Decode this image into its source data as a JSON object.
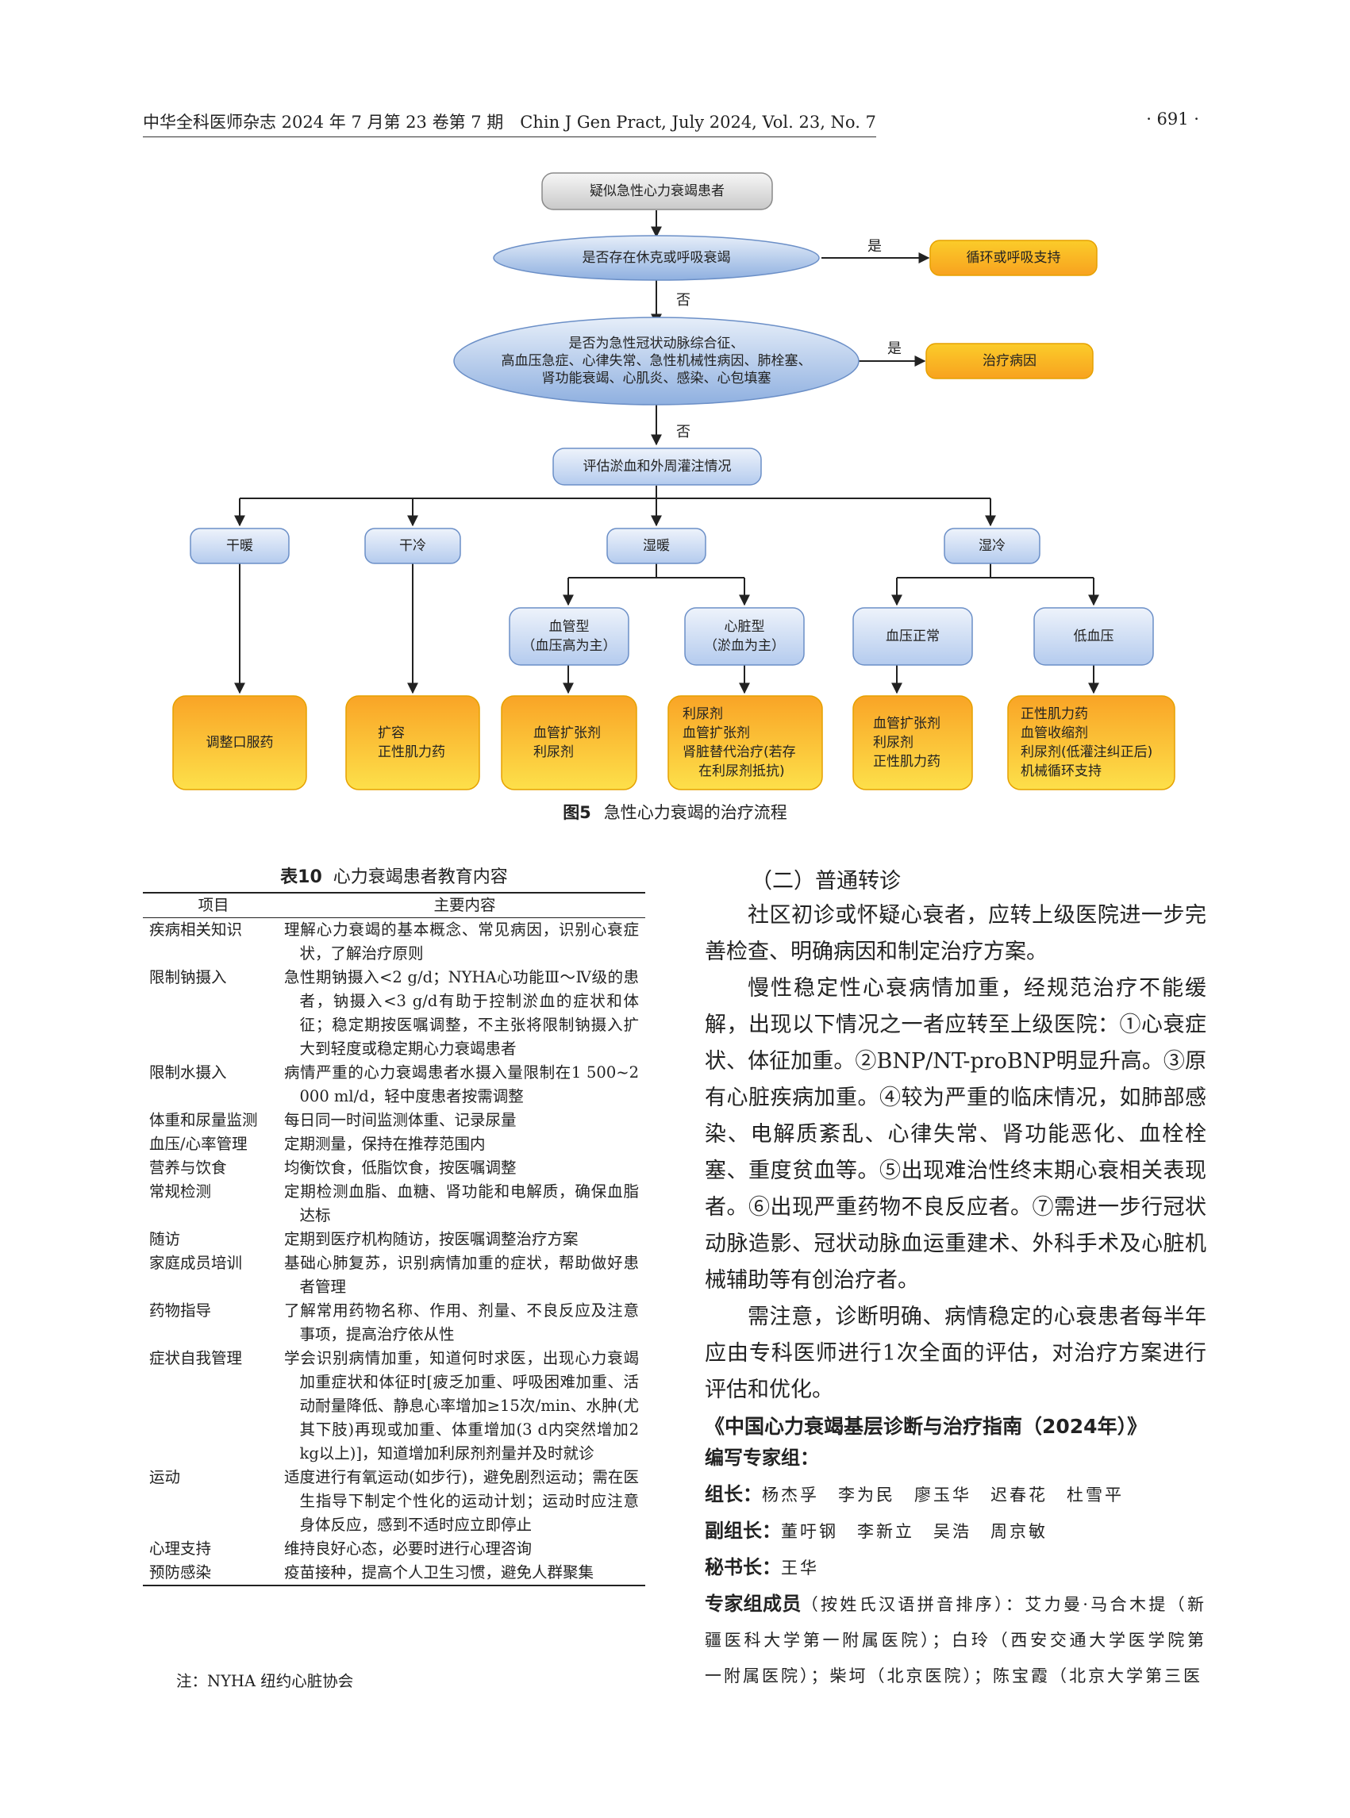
{
  "header": {
    "left": "中华全科医师杂志 2024 年 7 月第 23 卷第 7 期　Chin J Gen Pract, July 2024, Vol. 23, No. 7",
    "right": "· 691 ·"
  },
  "flowchart": {
    "start": "疑似急性心力衰竭患者",
    "q1": "是否存在休克或呼吸衰竭",
    "q1_yes_label": "是",
    "q1_yes_action": "循环或呼吸支持",
    "q1_no_label": "否",
    "q2_lines": [
      "是否为急性冠状动脉综合征、",
      "高血压急症、心律失常、急性机械性病因、肺栓塞、",
      "肾功能衰竭、心肌炎、感染、心包填塞"
    ],
    "q2_yes_label": "是",
    "q2_yes_action": "治疗病因",
    "q2_no_label": "否",
    "assess": "评估淤血和外周灌注情况",
    "cat_dry_warm": "干暖",
    "cat_dry_cold": "干冷",
    "cat_wet_warm": "湿暖",
    "cat_wet_cold": "湿冷",
    "vascular_lines": [
      "血管型",
      "（血压高为主）"
    ],
    "cardiac_lines": [
      "心脏型",
      "（淤血为主）"
    ],
    "bp_normal": "血压正常",
    "bp_low": "低血压",
    "t_dry_warm": [
      "调整口服药"
    ],
    "t_dry_cold": [
      "扩容",
      "正性肌力药"
    ],
    "t_vascular": [
      "血管扩张剂",
      "利尿剂"
    ],
    "t_cardiac": [
      "利尿剂",
      "血管扩张剂",
      "肾脏替代治疗(若存",
      "在利尿剂抵抗)"
    ],
    "t_bp_normal": [
      "血管扩张剂",
      "利尿剂",
      "正性肌力药"
    ],
    "t_bp_low": [
      "正性肌力药",
      "血管收缩剂",
      "利尿剂(低灌注纠正后)",
      "机械循环支持"
    ]
  },
  "figure_caption": {
    "label": "图5",
    "text": "急性心力衰竭的治疗流程"
  },
  "table": {
    "title_label": "表10",
    "title_text": "心力衰竭患者教育内容",
    "headers": [
      "项目",
      "主要内容"
    ],
    "rows": [
      [
        "疾病相关知识",
        "理解心力衰竭的基本概念、常见病因，识别心衰症状，了解治疗原则"
      ],
      [
        "限制钠摄入",
        "急性期钠摄入<2 g/d；NYHA心功能Ⅲ～Ⅳ级的患者，钠摄入<3 g/d有助于控制淤血的症状和体征；稳定期按医嘱调整，不主张将限制钠摄入扩大到轻度或稳定期心力衰竭患者"
      ],
      [
        "限制水摄入",
        "病情严重的心力衰竭患者水摄入量限制在1 500~2 000 ml/d，轻中度患者按需调整"
      ],
      [
        "体重和尿量监测",
        "每日同一时间监测体重、记录尿量"
      ],
      [
        "血压/心率管理",
        "定期测量，保持在推荐范围内"
      ],
      [
        "营养与饮食",
        "均衡饮食，低脂饮食，按医嘱调整"
      ],
      [
        "常规检测",
        "定期检测血脂、血糖、肾功能和电解质，确保血脂达标"
      ],
      [
        "随访",
        "定期到医疗机构随访，按医嘱调整治疗方案"
      ],
      [
        "家庭成员培训",
        "基础心肺复苏，识别病情加重的症状，帮助做好患者管理"
      ],
      [
        "药物指导",
        "了解常用药物名称、作用、剂量、不良反应及注意事项，提高治疗依从性"
      ],
      [
        "症状自我管理",
        "学会识别病情加重，知道何时求医，出现心力衰竭加重症状和体征时[疲乏加重、呼吸困难加重、活动耐量降低、静息心率增加≥15次/min、水肿(尤其下肢)再现或加重、体重增加(3 d内突然增加2 kg以上)]，知道增加利尿剂剂量并及时就诊"
      ],
      [
        "运动",
        "适度进行有氧运动(如步行)，避免剧烈运动；需在医生指导下制定个性化的运动计划；运动时应注意身体反应，感到不适时应立即停止"
      ],
      [
        "心理支持",
        "维持良好心态，必要时进行心理咨询"
      ],
      [
        "预防感染",
        "疫苗接种，提高个人卫生习惯，避免人群聚集"
      ]
    ],
    "note": "注：NYHA  纽约心脏协会"
  },
  "right_column": {
    "subheading": "（二）普通转诊",
    "paragraphs": [
      "社区初诊或怀疑心衰者，应转上级医院进一步完善检查、明确病因和制定治疗方案。",
      "慢性稳定性心衰病情加重，经规范治疗不能缓解，出现以下情况之一者应转至上级医院：①心衰症状、体征加重。②BNP/NT-proBNP明显升高。③原有心脏疾病加重。④较为严重的临床情况，如肺部感染、电解质紊乱、心律失常、肾功能恶化、血栓栓塞、重度贫血等。⑤出现难治性终末期心衰相关表现者。⑥出现严重药物不良反应者。⑦需进一步行冠状动脉造影、冠状动脉血运重建术、外科手术及心脏机械辅助等有创治疗者。",
      "需注意，诊断明确、病情稳定的心衰患者每半年应由专科医师进行1次全面的评估，对治疗方案进行评估和优化。"
    ],
    "guide_title": "《中国心力衰竭基层诊断与治疗指南（2024年）》",
    "group_heading": "编写专家组：",
    "leader_label": "组长：",
    "leader_names": "杨杰孚　李为民　廖玉华　迟春花　杜雪平",
    "vice_label": "副组长：",
    "vice_names": "董吁钢　李新立　吴浩　周京敏",
    "secretary_label": "秘书长：",
    "secretary_names": "王华",
    "members_label": "专家组成员",
    "members_text": "（按姓氏汉语拼音排序）：艾力曼·马合木提（新疆医科大学第一附属医院）；白玲（西安交通大学医学院第一附属医院）；柴坷（北京医院）；陈宝霞（北京大学第三医"
  }
}
